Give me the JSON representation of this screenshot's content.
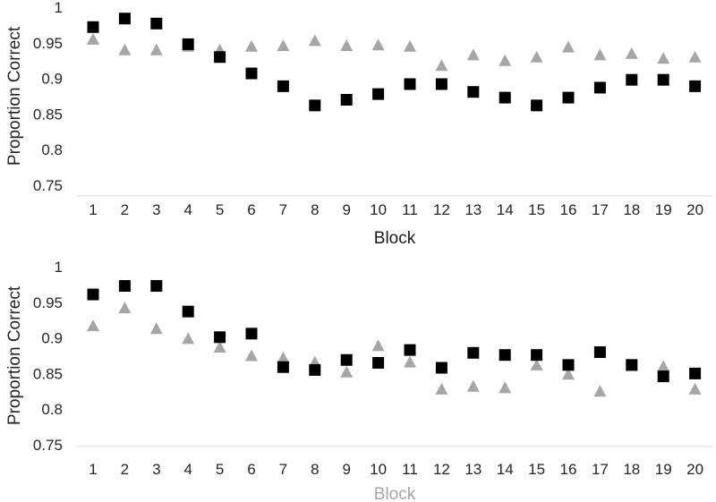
{
  "chart_data": [
    {
      "type": "scatter",
      "xlabel": "Block",
      "xlabel_color": "#1a1a1a",
      "ylabel": "Proportion Correct",
      "ylim": [
        0.75,
        1
      ],
      "yticks": [
        "0.75",
        "0.8",
        "0.85",
        "0.9",
        "0.95",
        "1"
      ],
      "x": [
        1,
        2,
        3,
        4,
        5,
        6,
        7,
        8,
        9,
        10,
        11,
        12,
        13,
        14,
        15,
        16,
        17,
        18,
        19,
        20
      ],
      "grid": false,
      "series": [
        {
          "marker": "square",
          "color": "#000000",
          "values": [
            0.972,
            0.984,
            0.977,
            0.948,
            0.93,
            0.907,
            0.889,
            0.862,
            0.87,
            0.878,
            0.892,
            0.892,
            0.881,
            0.873,
            0.862,
            0.873,
            0.887,
            0.898,
            0.898,
            0.889
          ]
        },
        {
          "marker": "triangle",
          "color": "#a6a6a6",
          "values": [
            0.955,
            0.94,
            0.94,
            0.945,
            0.94,
            0.945,
            0.946,
            0.953,
            0.946,
            0.947,
            0.945,
            0.918,
            0.933,
            0.925,
            0.93,
            0.944,
            0.933,
            0.935,
            0.928,
            0.93
          ]
        }
      ]
    },
    {
      "type": "scatter",
      "xlabel": "Block",
      "xlabel_color": "#a6a6a6",
      "ylabel": "Proportion Correct",
      "ylim": [
        0.75,
        1
      ],
      "yticks": [
        "0.75",
        "0.8",
        "0.85",
        "0.9",
        "0.95",
        "1"
      ],
      "x": [
        1,
        2,
        3,
        4,
        5,
        6,
        7,
        8,
        9,
        10,
        11,
        12,
        13,
        14,
        15,
        16,
        17,
        18,
        19,
        20
      ],
      "grid": false,
      "series": [
        {
          "marker": "square",
          "color": "#000000",
          "values": [
            0.961,
            0.973,
            0.973,
            0.937,
            0.901,
            0.906,
            0.859,
            0.855,
            0.869,
            0.865,
            0.883,
            0.858,
            0.879,
            0.876,
            0.876,
            0.862,
            0.88,
            0.862,
            0.846,
            0.85
          ]
        },
        {
          "marker": "triangle",
          "color": "#a6a6a6",
          "values": [
            0.917,
            0.942,
            0.913,
            0.899,
            0.887,
            0.875,
            0.872,
            0.866,
            0.852,
            0.889,
            0.866,
            0.828,
            0.832,
            0.83,
            0.862,
            0.849,
            0.825,
            0.861,
            0.86,
            0.828
          ]
        }
      ]
    }
  ]
}
